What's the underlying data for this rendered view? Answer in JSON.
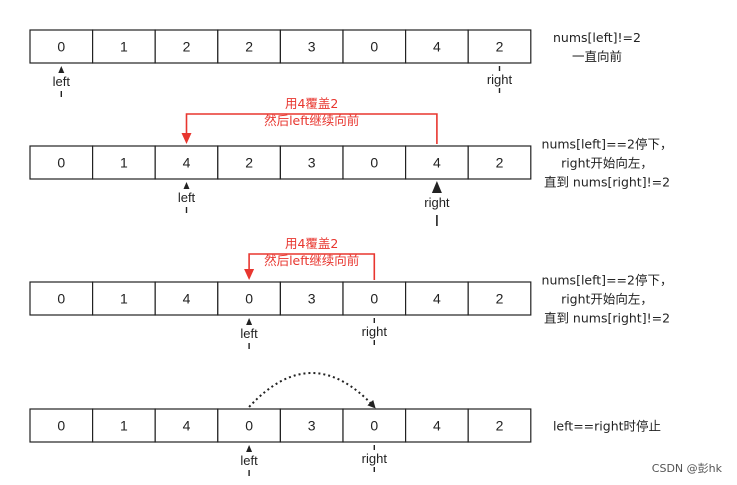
{
  "rows": [
    {
      "cells": [
        "0",
        "1",
        "2",
        "2",
        "3",
        "0",
        "4",
        "2"
      ],
      "note": [
        "nums[left]!=2",
        "一直向前"
      ],
      "pointers": {
        "left": {
          "index": 0,
          "label": "left",
          "label_pos": "below"
        },
        "right": {
          "index": 7,
          "label": "right",
          "label_pos": "above"
        }
      }
    },
    {
      "cells": [
        "0",
        "1",
        "4",
        "2",
        "3",
        "0",
        "4",
        "2"
      ],
      "note": [
        "nums[left]==2停下，",
        "right开始向左，",
        "直到 nums[right]!=2"
      ],
      "pointers": {
        "left": {
          "index": 2,
          "label": "left",
          "label_pos": "below"
        },
        "right": {
          "index": 6,
          "label": "right",
          "label_pos": "below"
        }
      },
      "callout": {
        "from_index": 6,
        "to_index": 2,
        "lines": [
          "用4覆盖2",
          "然后left继续向前"
        ]
      }
    },
    {
      "cells": [
        "0",
        "1",
        "4",
        "0",
        "3",
        "0",
        "4",
        "2"
      ],
      "note": [
        "nums[left]==2停下，",
        "right开始向左，",
        "直到 nums[right]!=2"
      ],
      "pointers": {
        "left": {
          "index": 3,
          "label": "left",
          "label_pos": "below"
        },
        "right": {
          "index": 5,
          "label": "right",
          "label_pos": "above"
        }
      },
      "callout": {
        "from_index": 5,
        "to_index": 3,
        "lines": [
          "用4覆盖2",
          "然后left继续向前"
        ]
      }
    },
    {
      "cells": [
        "0",
        "1",
        "4",
        "0",
        "3",
        "0",
        "4",
        "2"
      ],
      "note": [
        "left==right时停止"
      ],
      "pointers": {
        "left": {
          "index": 3,
          "label": "left",
          "label_pos": "below"
        },
        "right": {
          "index": 5,
          "label": "right",
          "label_pos": "above"
        }
      },
      "move": {
        "from_index": 3,
        "to_index": 5
      }
    }
  ],
  "watermark": "CSDN @彭hk",
  "colors": {
    "cell_border": "#222222",
    "callout": "#e8362f",
    "pointer": "#222222"
  }
}
